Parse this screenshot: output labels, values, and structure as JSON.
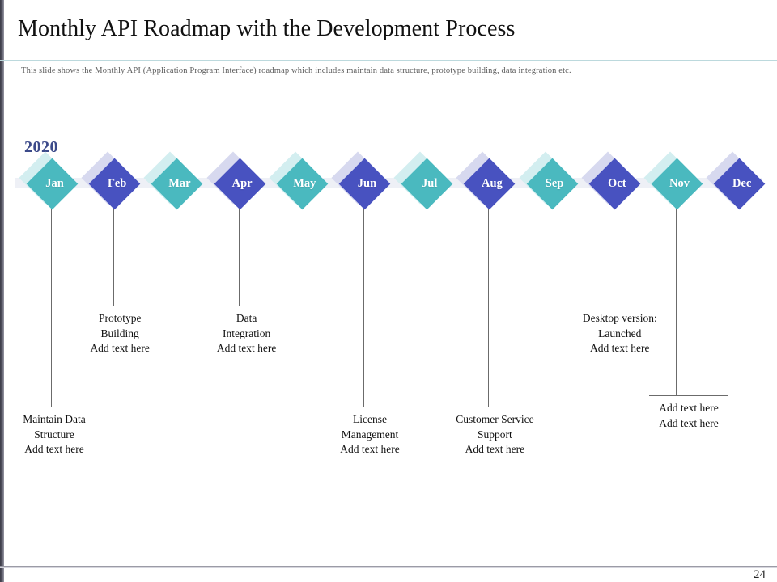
{
  "slide": {
    "title": "Monthly API Roadmap with the Development Process",
    "subtitle": "This slide shows the Monthly API (Application Program Interface) roadmap which includes maintain data structure, prototype building, data integration etc.",
    "page_number": "24"
  },
  "timeline": {
    "year_label": "2020",
    "colors": {
      "teal": "#4ab9bf",
      "blue": "#4852c0",
      "teal_ghost": "#d3eef0",
      "blue_ghost": "#d7d9ef",
      "band": "#eef0f6",
      "year_text": "#3c4a8a",
      "connector": "#6b6b6b",
      "title_rule": "#bcd9dd"
    },
    "months": [
      {
        "label": "Jan",
        "color": "teal"
      },
      {
        "label": "Feb",
        "color": "blue"
      },
      {
        "label": "Mar",
        "color": "teal"
      },
      {
        "label": "Apr",
        "color": "blue"
      },
      {
        "label": "May",
        "color": "teal"
      },
      {
        "label": "Jun",
        "color": "blue"
      },
      {
        "label": "Jul",
        "color": "teal"
      },
      {
        "label": "Aug",
        "color": "blue"
      },
      {
        "label": "Sep",
        "color": "teal"
      },
      {
        "label": "Oct",
        "color": "blue"
      },
      {
        "label": "Nov",
        "color": "teal"
      },
      {
        "label": "Dec",
        "color": "blue"
      }
    ]
  },
  "callouts": [
    {
      "month": "Jan",
      "lines": [
        "Maintain Data",
        "Structure",
        "Add text here"
      ]
    },
    {
      "month": "Feb",
      "lines": [
        "Prototype",
        "Building",
        "Add text here"
      ]
    },
    {
      "month": "Apr",
      "lines": [
        "Data",
        "Integration",
        "Add text here"
      ]
    },
    {
      "month": "Jun",
      "lines": [
        "License",
        "Management",
        "Add text here"
      ]
    },
    {
      "month": "Aug",
      "lines": [
        "Customer Service",
        "Support",
        "Add text here"
      ]
    },
    {
      "month": "Oct",
      "lines": [
        "Desktop version:",
        "Launched",
        "Add text here"
      ]
    },
    {
      "month": "Nov",
      "lines": [
        "Add text here",
        "Add text here"
      ]
    }
  ]
}
